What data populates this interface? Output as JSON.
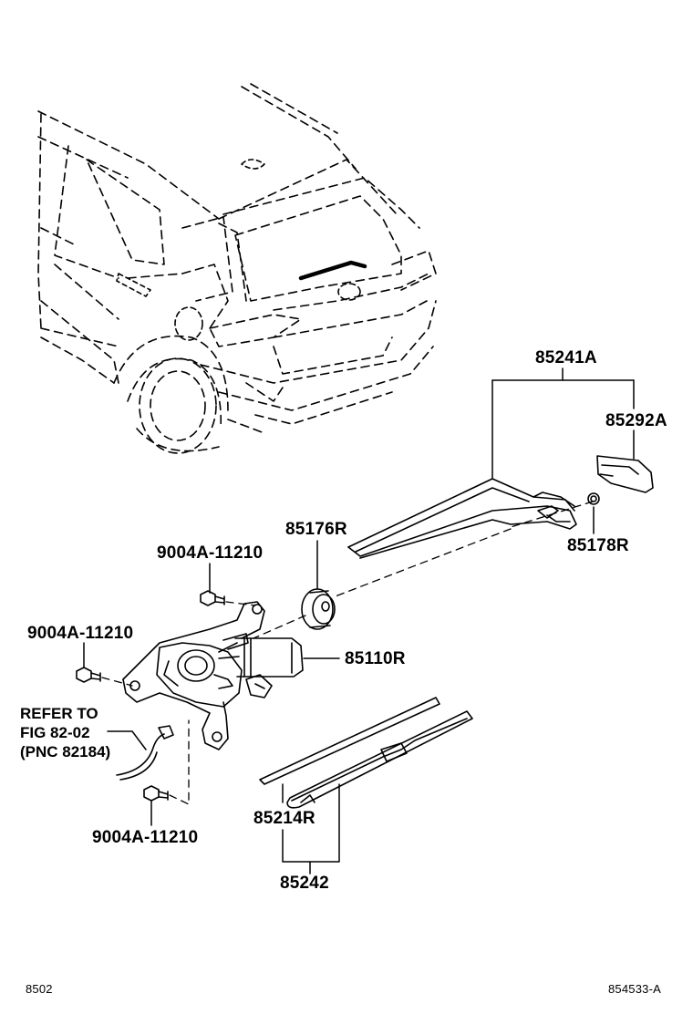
{
  "parts": {
    "arm_assembly": "85241A",
    "arm_cap": "85292A",
    "pivot_nut": "85178R",
    "seal_grommet": "85176R",
    "motor": "85110R",
    "bolt_top": "9004A-11210",
    "bolt_left": "9004A-11210",
    "bolt_bottom": "9004A-11210",
    "blade_refill": "85214R",
    "blade_assembly": "85242"
  },
  "reference": {
    "line1": "REFER TO",
    "line2": "FIG 82-02",
    "line3": "(PNC 82184)"
  },
  "footer": {
    "page_code": "8502",
    "figure_code": "854533-A"
  },
  "colors": {
    "line": "#000000",
    "background": "#ffffff"
  }
}
